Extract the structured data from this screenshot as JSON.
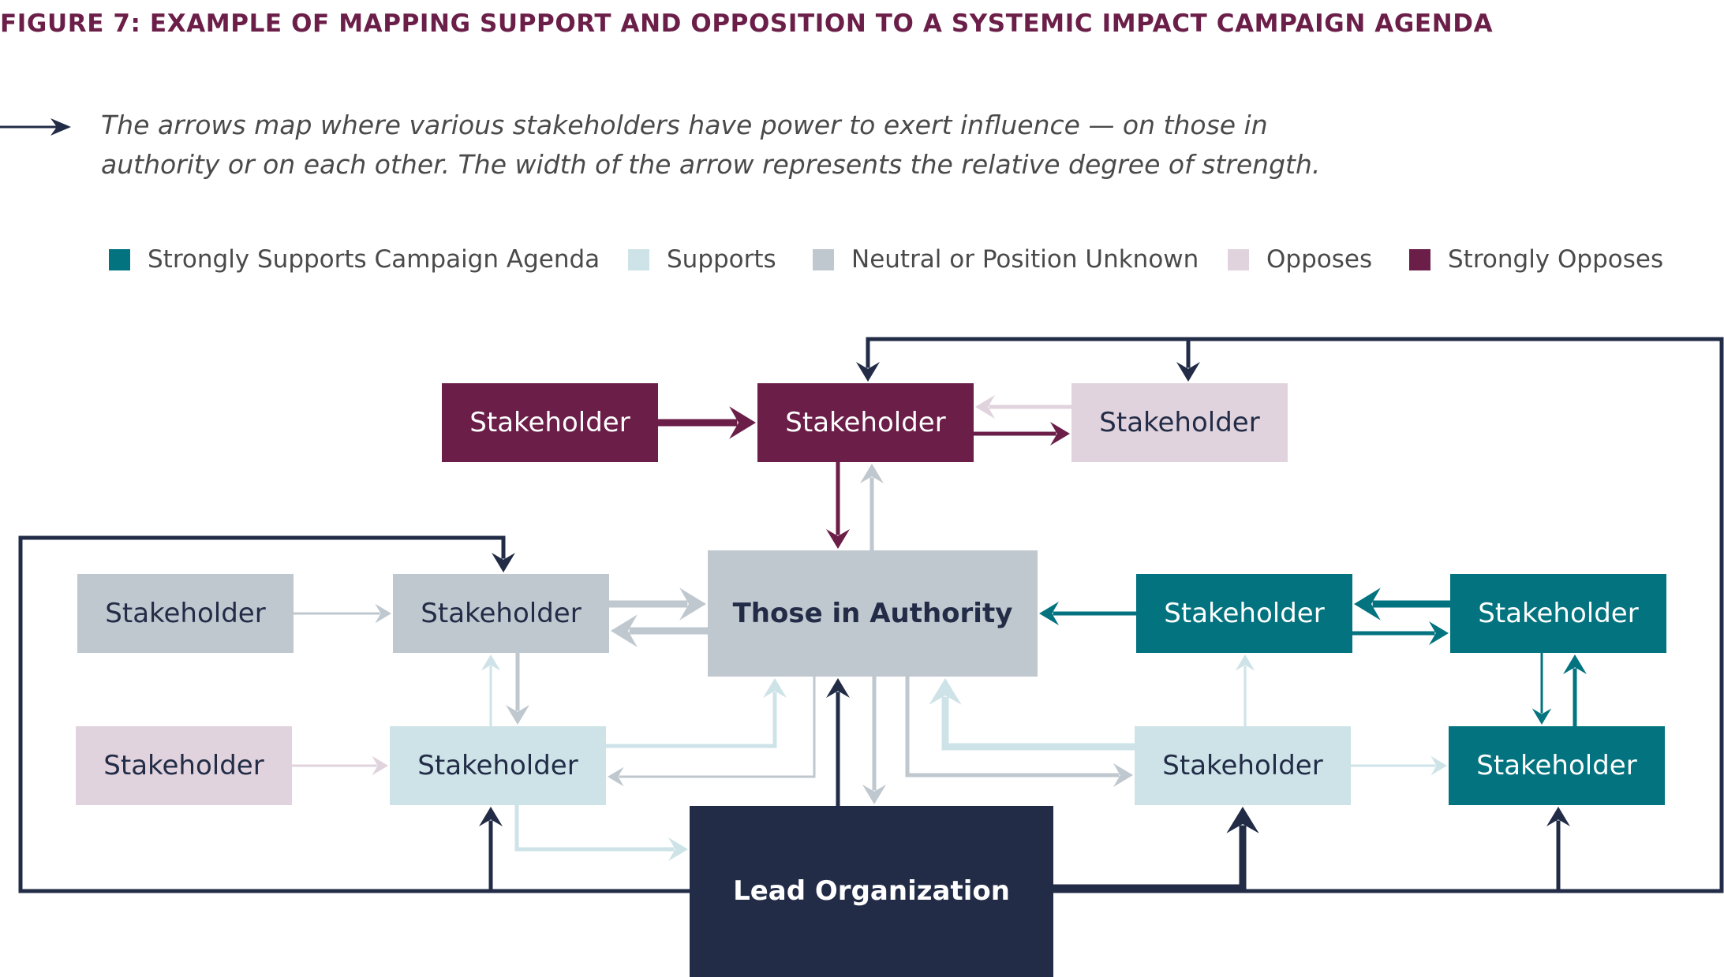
{
  "figure": {
    "title": "FIGURE 7: EXAMPLE OF MAPPING SUPPORT AND OPPOSITION TO A SYSTEMIC IMPACT CAMPAIGN AGENDA",
    "explanation": {
      "line1": "The arrows map where various stakeholders have power to exert influence — on those in",
      "line2": "authority or on each other. The width of the arrow represents the relative degree of strength."
    }
  },
  "colors": {
    "strongly_supports": "#02737f",
    "supports": "#cde3e8",
    "neutral": "#bfc7cf",
    "opposes": "#e0d3dd",
    "strongly_opposes": "#6b1e48",
    "lead": "#222c47",
    "text_dark": "#222c47",
    "text_light": "#ffffff"
  },
  "legend": [
    {
      "key": "strongly_supports",
      "label": "Strongly Supports Campaign Agenda"
    },
    {
      "key": "supports",
      "label": "Supports"
    },
    {
      "key": "neutral",
      "label": "Neutral or Position Unknown"
    },
    {
      "key": "opposes",
      "label": "Opposes"
    },
    {
      "key": "strongly_opposes",
      "label": "Strongly Opposes"
    }
  ],
  "nodes": [
    {
      "id": "so-left",
      "label": "Stakeholder",
      "stance": "strongly_opposes"
    },
    {
      "id": "so-center",
      "label": "Stakeholder",
      "stance": "strongly_opposes"
    },
    {
      "id": "op-top",
      "label": "Stakeholder",
      "stance": "opposes"
    },
    {
      "id": "neu-far",
      "label": "Stakeholder",
      "stance": "neutral"
    },
    {
      "id": "neu-near",
      "label": "Stakeholder",
      "stance": "neutral"
    },
    {
      "id": "authority",
      "label": "Those in Authority",
      "stance": "neutral"
    },
    {
      "id": "ss-near",
      "label": "Stakeholder",
      "stance": "strongly_supports"
    },
    {
      "id": "ss-far",
      "label": "Stakeholder",
      "stance": "strongly_supports"
    },
    {
      "id": "op-low",
      "label": "Stakeholder",
      "stance": "opposes"
    },
    {
      "id": "sup-left",
      "label": "Stakeholder",
      "stance": "supports"
    },
    {
      "id": "sup-right",
      "label": "Stakeholder",
      "stance": "supports"
    },
    {
      "id": "ss-low",
      "label": "Stakeholder",
      "stance": "strongly_supports"
    },
    {
      "id": "lead",
      "label": "Lead Organization",
      "stance": "lead"
    }
  ],
  "edges": [
    {
      "from": "so-left",
      "to": "so-center",
      "strength": "strong"
    },
    {
      "from": "so-center",
      "to": "op-top",
      "strength": "medium"
    },
    {
      "from": "op-top",
      "to": "so-center",
      "strength": "weak"
    },
    {
      "from": "so-center",
      "to": "authority",
      "strength": "medium"
    },
    {
      "from": "authority",
      "to": "so-center",
      "strength": "medium"
    },
    {
      "from": "neu-far",
      "to": "neu-near",
      "strength": "weak"
    },
    {
      "from": "neu-near",
      "to": "authority",
      "strength": "strong"
    },
    {
      "from": "authority",
      "to": "neu-near",
      "strength": "strong"
    },
    {
      "from": "neu-near",
      "to": "sup-left",
      "strength": "weak"
    },
    {
      "from": "sup-left",
      "to": "neu-near",
      "strength": "weak"
    },
    {
      "from": "op-low",
      "to": "sup-left",
      "strength": "weak"
    },
    {
      "from": "sup-left",
      "to": "authority",
      "strength": "weak"
    },
    {
      "from": "authority",
      "to": "sup-left",
      "strength": "weak"
    },
    {
      "from": "sup-left",
      "to": "lead",
      "strength": "weak"
    },
    {
      "from": "ss-near",
      "to": "authority",
      "strength": "medium"
    },
    {
      "from": "ss-far",
      "to": "ss-near",
      "strength": "strong"
    },
    {
      "from": "ss-near",
      "to": "ss-far",
      "strength": "medium"
    },
    {
      "from": "ss-far",
      "to": "ss-low",
      "strength": "weak"
    },
    {
      "from": "ss-low",
      "to": "ss-far",
      "strength": "medium"
    },
    {
      "from": "sup-right",
      "to": "ss-near",
      "strength": "weak"
    },
    {
      "from": "sup-right",
      "to": "authority",
      "strength": "strong"
    },
    {
      "from": "authority",
      "to": "sup-right",
      "strength": "medium"
    },
    {
      "from": "sup-right",
      "to": "ss-low",
      "strength": "weak"
    },
    {
      "from": "authority",
      "to": "lead",
      "strength": "medium"
    },
    {
      "from": "lead",
      "to": "authority",
      "strength": "medium"
    },
    {
      "from": "lead",
      "to": "sup-right",
      "strength": "strong"
    },
    {
      "from": "lead",
      "to": "ss-low",
      "strength": "medium"
    },
    {
      "from": "lead",
      "to": "sup-left",
      "strength": "medium"
    },
    {
      "from": "lead",
      "to": "neu-near",
      "strength": "medium"
    },
    {
      "from": "lead",
      "to": "so-center",
      "strength": "medium"
    },
    {
      "from": "lead",
      "to": "op-top",
      "strength": "medium"
    }
  ]
}
